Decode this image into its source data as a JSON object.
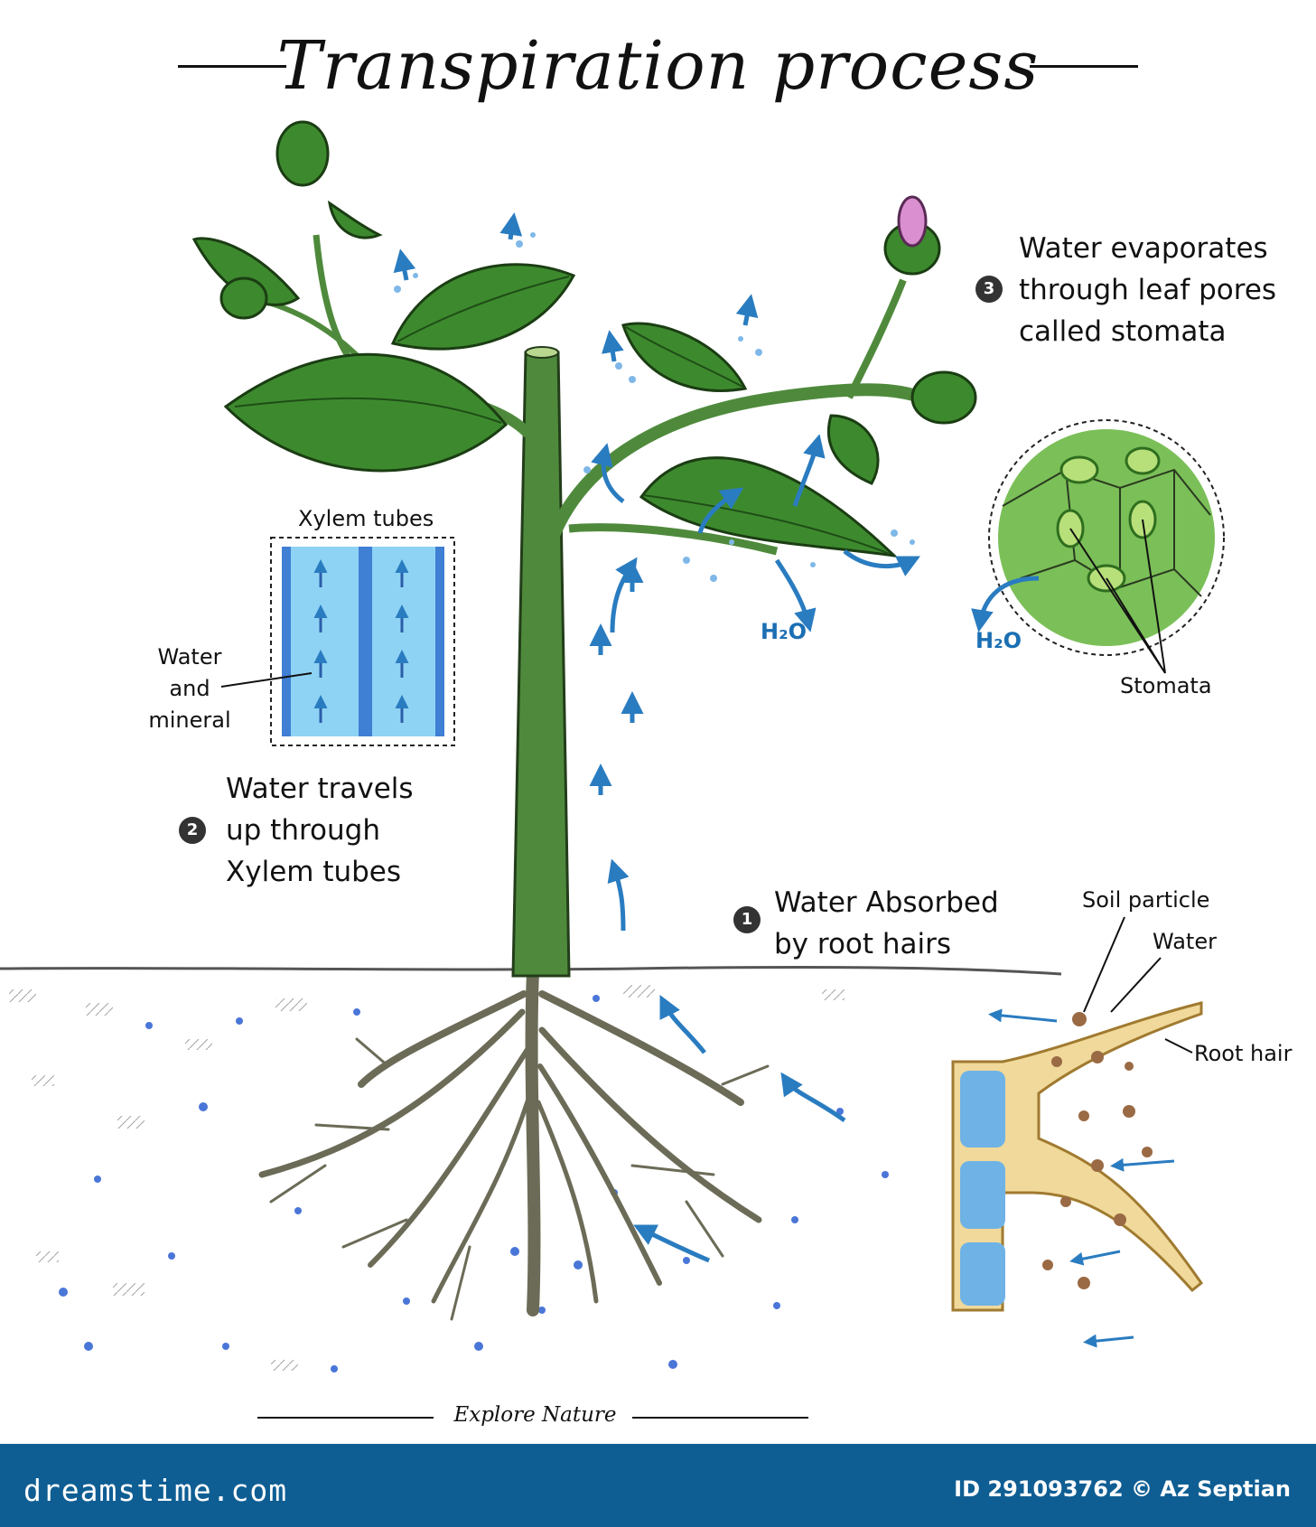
{
  "title": "Transpiration process",
  "steps": [
    {
      "number": "1",
      "lines": [
        "Water Absorbed",
        "by root hairs"
      ]
    },
    {
      "number": "2",
      "lines": [
        "Water travels",
        "up through",
        "Xylem tubes"
      ]
    },
    {
      "number": "3",
      "lines": [
        "Water evaporates",
        "through leaf pores",
        "called stomata"
      ]
    }
  ],
  "xylem": {
    "title": "Xylem tubes",
    "label_lines": [
      "Water",
      "and",
      "mineral"
    ]
  },
  "stomata_label": "Stomata",
  "h2o_label": "H₂O",
  "root_detail": {
    "soil_particle": "Soil particle",
    "water": "Water",
    "root_hair": "Root hair"
  },
  "footer_caption": "Explore Nature",
  "watermark": {
    "brand": "dreamstime.com",
    "id_text": "ID 291093762 © Az Septian"
  },
  "colors": {
    "leaf": "#3d8a2e",
    "stem": "#4f8a3c",
    "water": "#2a7cc0",
    "xylem": "#8fd3f4",
    "bud": "#d98fd0",
    "root": "#6b6b57",
    "banner": "#0f5e93"
  }
}
